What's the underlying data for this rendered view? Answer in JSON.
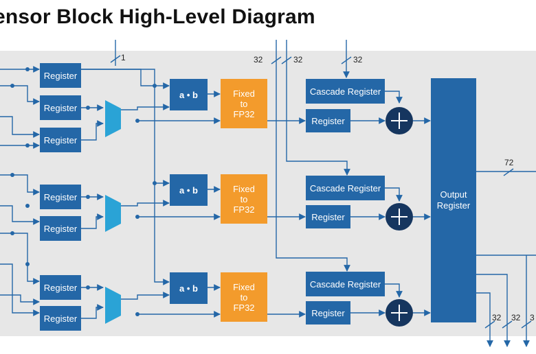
{
  "title": "ensor Block High-Level Diagram",
  "blocks": {
    "register": "Register",
    "multiplier": "a • b",
    "converter": "Fixed\nto\nFP32",
    "cascade": "Cascade Register",
    "output": "Output\nRegister"
  },
  "bus_labels": {
    "top_input": "1",
    "left_bus": "32",
    "right_bus": "32",
    "cascade_in": "32",
    "output_main": "72",
    "output_a": "32",
    "output_b": "32",
    "output_c": "3"
  },
  "colors": {
    "register": "#2467a7",
    "converter": "#f39b2c",
    "wire": "#2467a7",
    "adder": "#16365f",
    "mux": "#2aa3d6",
    "panel": "#e7e7e7"
  }
}
